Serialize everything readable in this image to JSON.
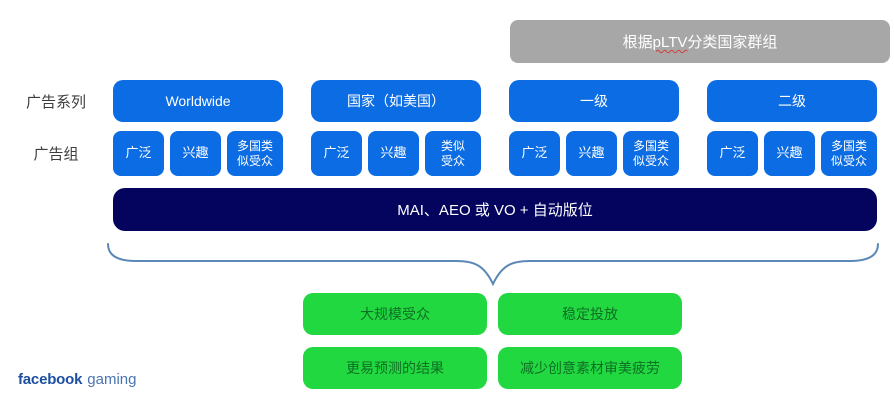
{
  "colors": {
    "box_blue": "#0b6ce4",
    "bar_navy": "#04045e",
    "benefit_green": "#21d841",
    "benefit_text_green": "#0f7022",
    "header_gray": "#a7a7a7",
    "brace_blue": "#5b88b8",
    "logo_bold_blue": "#1d4fa1",
    "logo_light_blue": "#4a74b0"
  },
  "group_header": {
    "prefix": "根据",
    "term": "pLTV",
    "suffix": "分类国家群组"
  },
  "row_labels": {
    "campaign": "广告系列",
    "adgroup": "广告组"
  },
  "columns": [
    {
      "campaign": "Worldwide",
      "adgroups": [
        "广泛",
        "兴趣",
        "多国类\n似受众"
      ]
    },
    {
      "campaign": "国家（如美国）",
      "adgroups": [
        "广泛",
        "兴趣",
        "类似\n受众"
      ]
    },
    {
      "campaign": "一级",
      "adgroups": [
        "广泛",
        "兴趣",
        "多国类\n似受众"
      ]
    },
    {
      "campaign": "二级",
      "adgroups": [
        "广泛",
        "兴趣",
        "多国类\n似受众"
      ]
    }
  ],
  "optimization_bar": "MAI、AEO 或 VO + 自动版位",
  "benefits": [
    "大规模受众",
    "稳定投放",
    "更易预测的结果",
    "减少创意素材审美疲劳"
  ],
  "logo": {
    "bold": "facebook",
    "light": "gaming"
  }
}
